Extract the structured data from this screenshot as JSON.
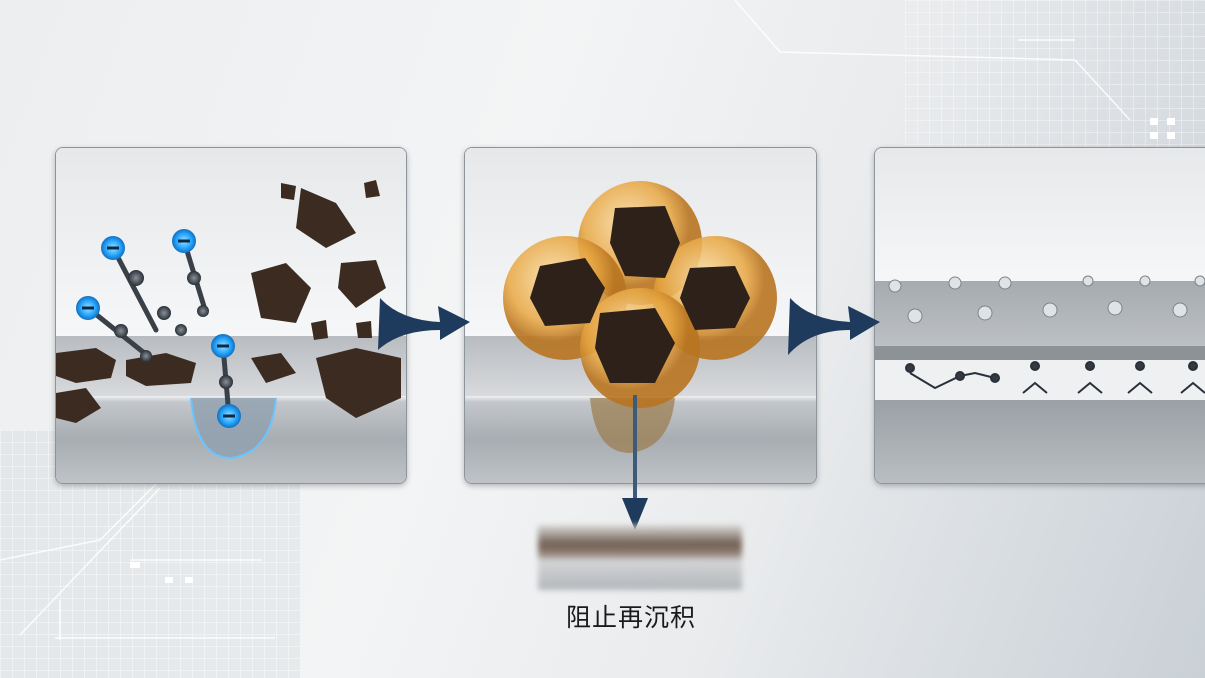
{
  "diagram": {
    "panels": [
      {
        "id": "detergent-attack",
        "description": "Negatively charged surfactant molecules lifting dirt particles off a metal surface"
      },
      {
        "id": "emulsification",
        "description": "Dirt particles encapsulated in amber micelle bubbles above metal surface"
      },
      {
        "id": "protective-layer",
        "description": "Clean metal surface with adsorbed molecular protective layer"
      }
    ],
    "arrows": [
      {
        "from": "detergent-attack",
        "to": "emulsification",
        "direction": "right"
      },
      {
        "from": "emulsification",
        "to": "protective-layer",
        "direction": "right"
      },
      {
        "from": "emulsification",
        "to": "anti-redeposition",
        "direction": "down"
      }
    ],
    "sub_panel": {
      "id": "anti-redeposition",
      "caption": "阻止再沉积"
    },
    "charge_symbol": "−",
    "colors": {
      "accent_arrow": "#1e3a5c",
      "charge_glow": "#2aa8ff",
      "micelle": "#e8a640",
      "dirt": "#3a2a20",
      "metal": "#b0b5ba"
    }
  }
}
